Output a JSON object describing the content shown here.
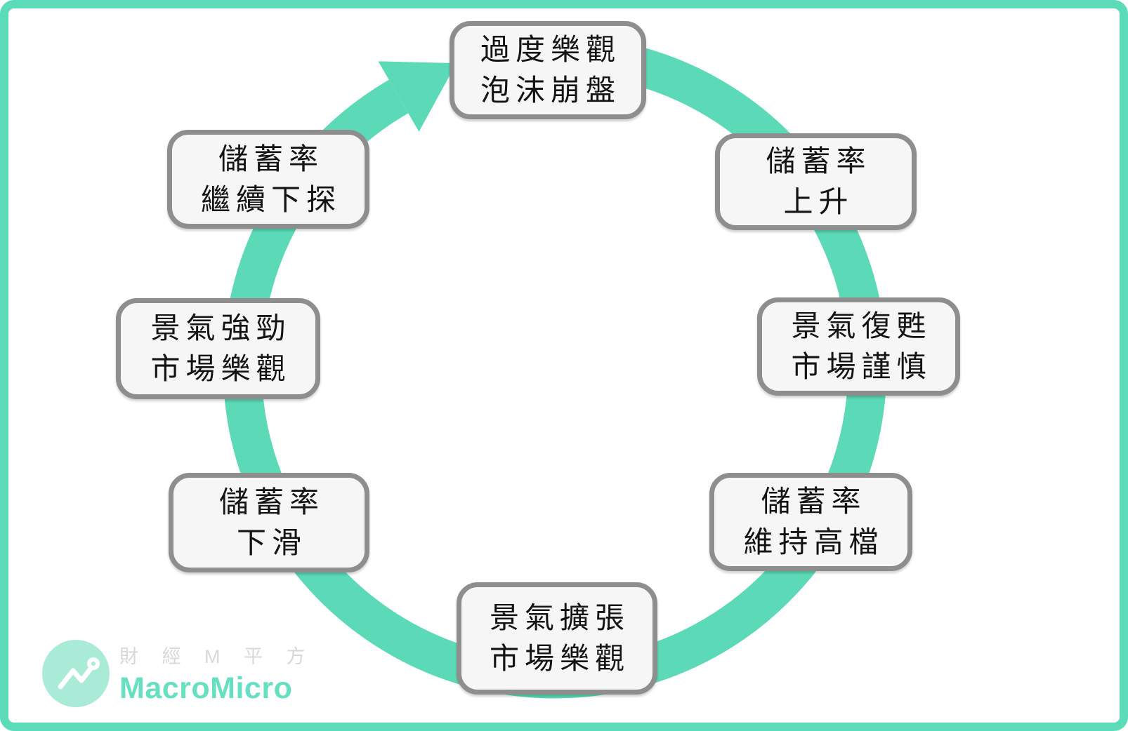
{
  "colors": {
    "teal": "#5CD9B6",
    "frame_border": "#5CDBB8",
    "box_fill": "#F6F6F6",
    "box_border": "#8E8E8E",
    "text": "#141414",
    "logo_circle": "#A9EBD6",
    "logo_zh": "#D6D9D8",
    "logo_en": "#67E0C2"
  },
  "diagram": {
    "type": "cycle",
    "direction": "clockwise",
    "arrowhead_position": "top-left-pointing-to-top",
    "nodes": [
      {
        "position": "top",
        "lines": [
          "過度樂觀",
          "泡沫崩盤"
        ]
      },
      {
        "position": "top-right",
        "lines": [
          "儲蓄率",
          "上升"
        ]
      },
      {
        "position": "right",
        "lines": [
          "景氣復甦",
          "市場謹慎"
        ]
      },
      {
        "position": "bottom-right",
        "lines": [
          "儲蓄率",
          "維持高檔"
        ]
      },
      {
        "position": "bottom",
        "lines": [
          "景氣擴張",
          "市場樂觀"
        ]
      },
      {
        "position": "bottom-left",
        "lines": [
          "儲蓄率",
          "下滑"
        ]
      },
      {
        "position": "left",
        "lines": [
          "景氣強勁",
          "市場樂觀"
        ]
      },
      {
        "position": "top-left",
        "lines": [
          "儲蓄率",
          "繼續下探"
        ]
      }
    ]
  },
  "logo": {
    "brand_zh": "財 經 M 平 方",
    "brand_en": "MacroMicro"
  }
}
